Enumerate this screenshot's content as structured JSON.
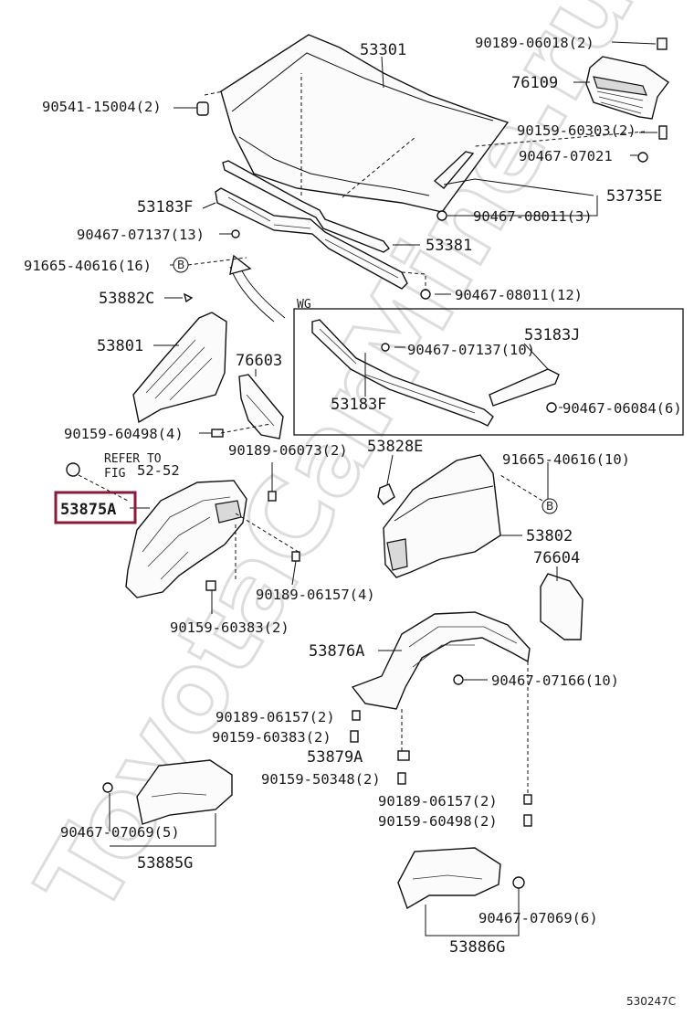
{
  "watermark": "ToyotaCarMine.ru",
  "figure_code": "530247C",
  "group_wg": "WG",
  "refer": {
    "line1": "REFER TO",
    "line2": "FIG",
    "fig": "52-52"
  },
  "highlight_color": "#8b1a3a",
  "callout_marker": "B",
  "labels": {
    "p53301": "53301",
    "p90189_06018": "90189-06018(2)",
    "p76109": "76109",
    "p90541_15004": "90541-15004(2)",
    "p90159_60303": "90159-60303(2)",
    "p90467_07021": "90467-07021",
    "p53735E": "53735E",
    "p53183F_top": "53183F",
    "p90467_08011_3": "90467-08011(3)",
    "p90467_07137_13": "90467-07137(13)",
    "p53381": "53381",
    "p91665_40616_16": "91665-40616(16)",
    "p90467_08011_12": "90467-08011(12)",
    "p53882C": "53882C",
    "p53183J": "53183J",
    "p90467_07137_10": "90467-07137(10)",
    "p53801": "53801",
    "p76603": "76603",
    "p53183F_box": "53183F",
    "p90467_06084": "90467-06084(6)",
    "p90159_60498_4": "90159-60498(4)",
    "p90189_06073": "90189-06073(2)",
    "p53828E": "53828E",
    "p91665_40616_10": "91665-40616(10)",
    "p53875A": "53875A",
    "p53802": "53802",
    "p76604": "76604",
    "p90189_06157_4": "90189-06157(4)",
    "p90159_60383_2a": "90159-60383(2)",
    "p53876A": "53876A",
    "p90467_07166": "90467-07166(10)",
    "p90189_06157_2a": "90189-06157(2)",
    "p90159_60383_2b": "90159-60383(2)",
    "p53879A": "53879A",
    "p90159_50348": "90159-50348(2)",
    "p90189_06157_2b": "90189-06157(2)",
    "p90159_60498_2": "90159-60498(2)",
    "p90467_07069_5": "90467-07069(5)",
    "p53885G": "53885G",
    "p90467_07069_6": "90467-07069(6)",
    "p53886G": "53886G"
  }
}
